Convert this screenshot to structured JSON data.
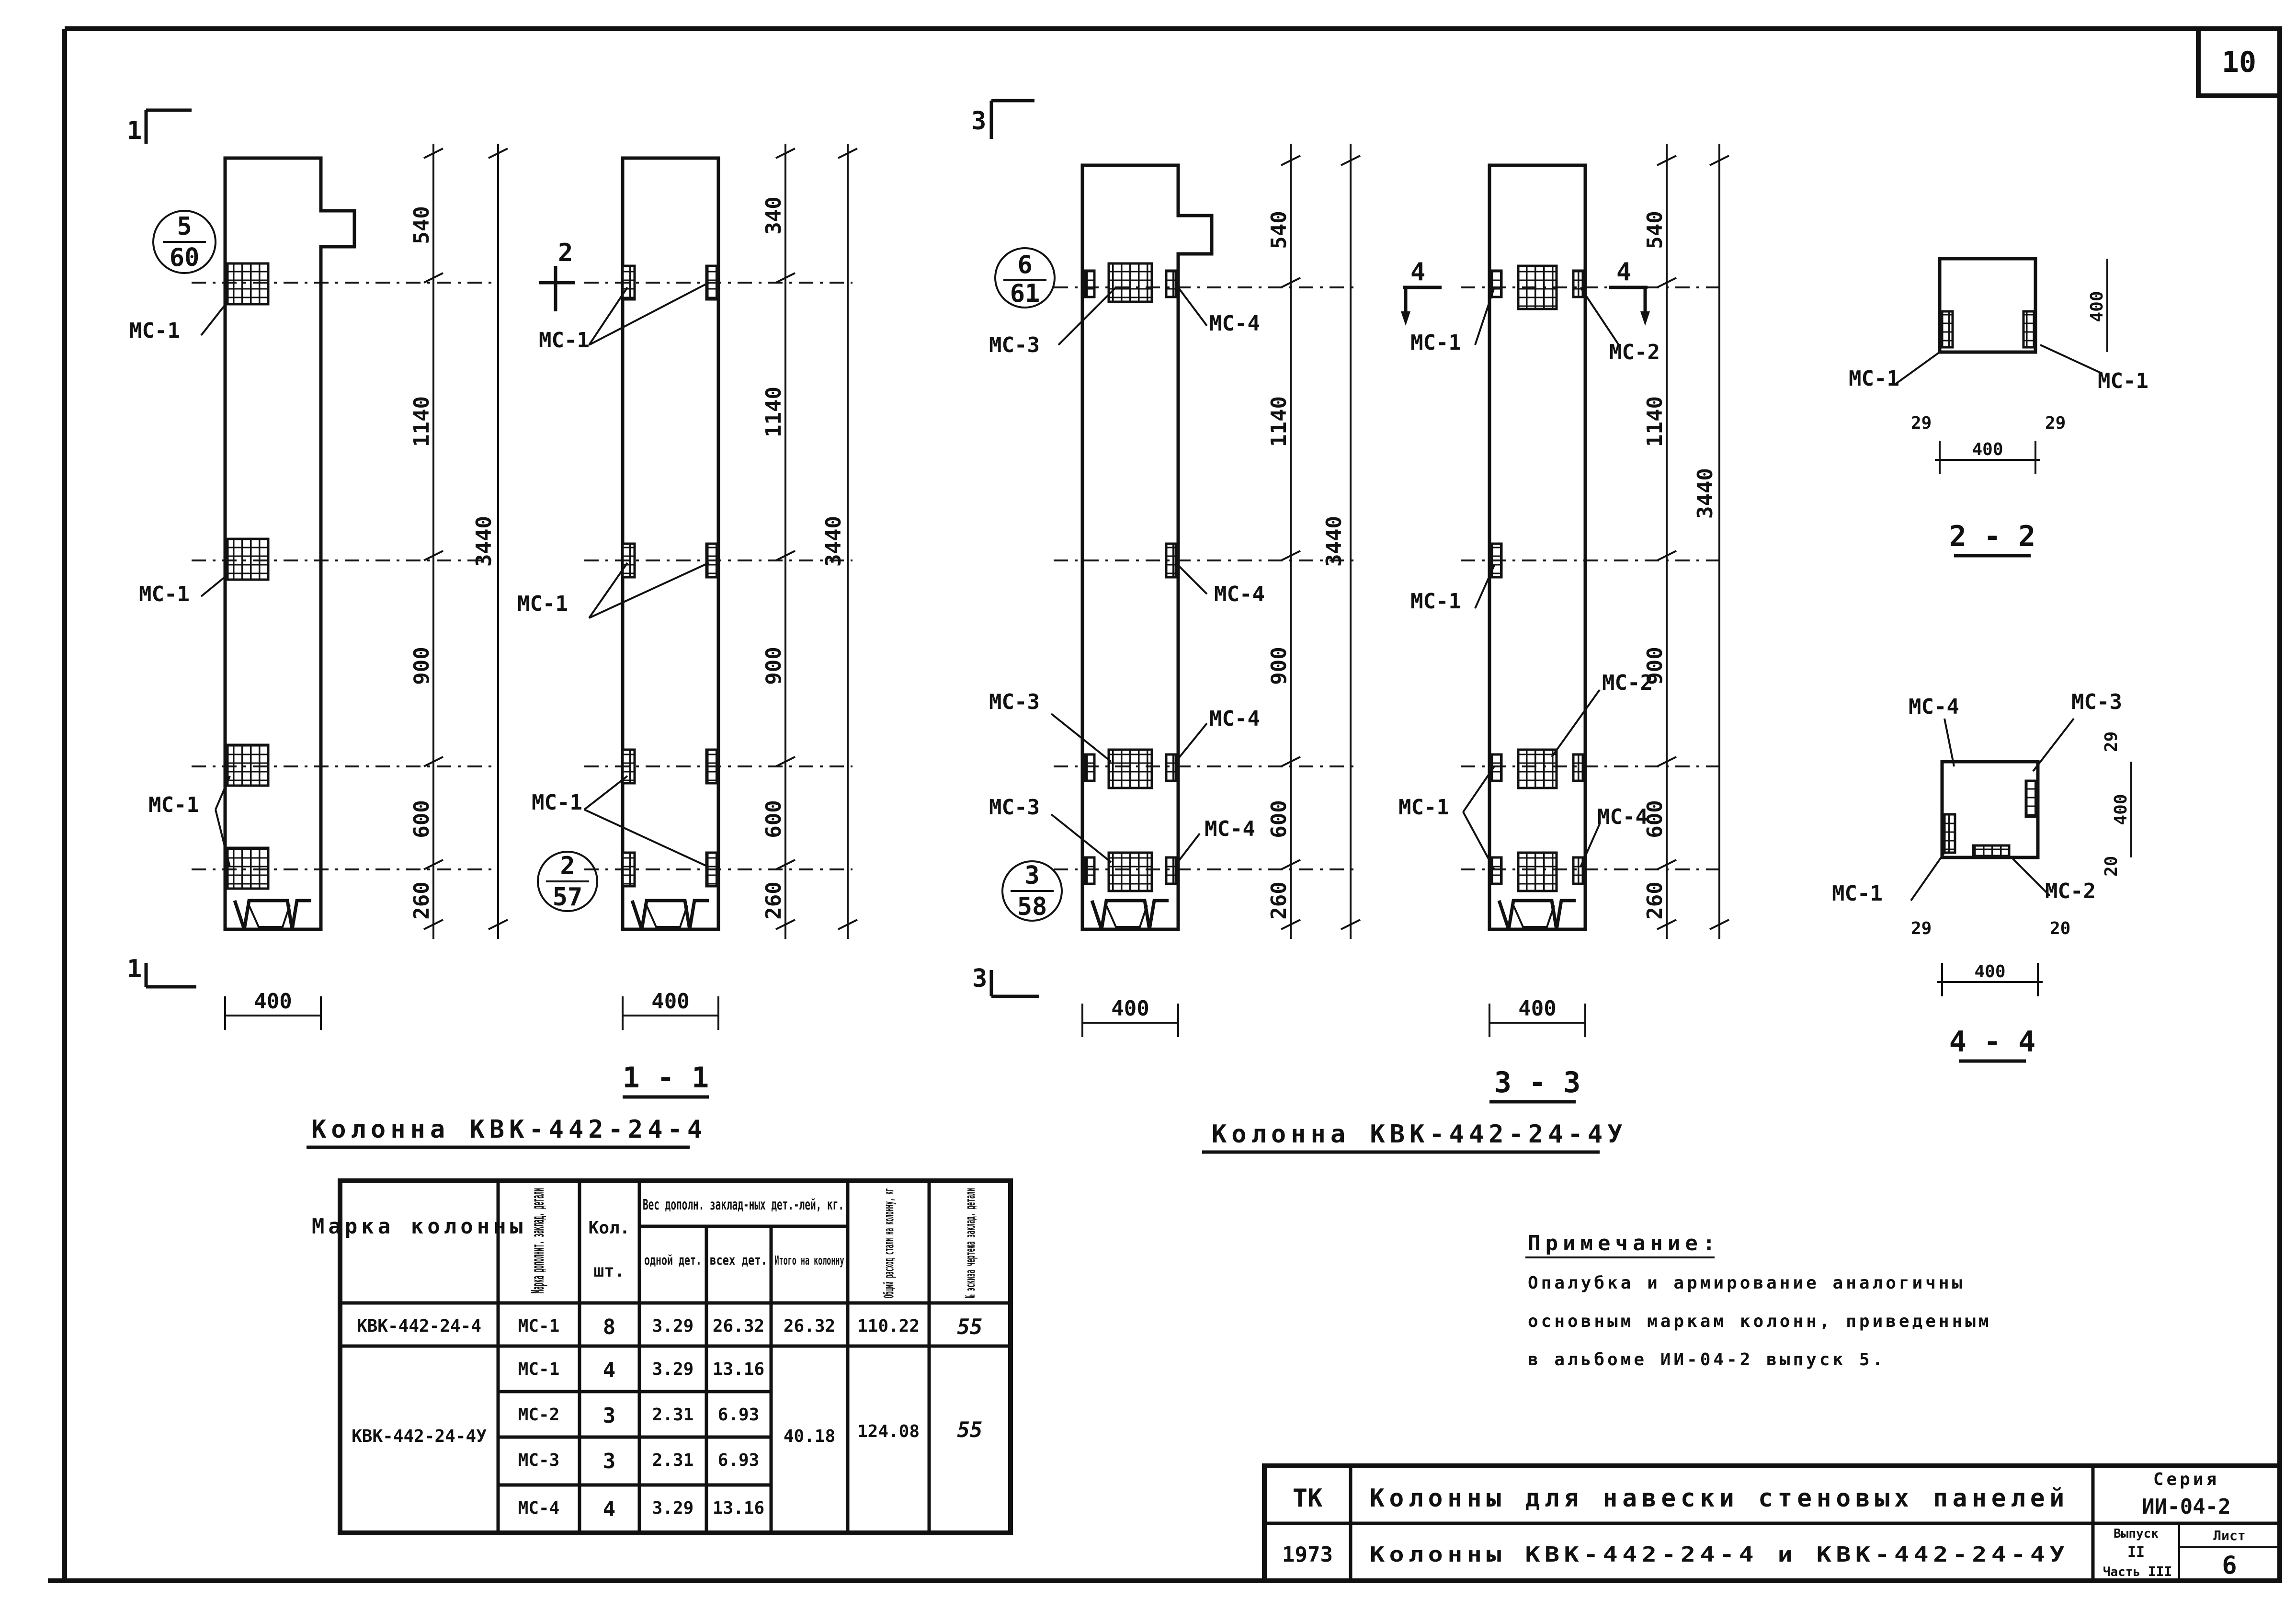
{
  "sheet": {
    "number": "10",
    "block": "ТК",
    "year": "1973",
    "title_line1": "Колонны для навески стеновых панелей",
    "title_line2": "Колонны КВК-442-24-4 и КВК-442-24-4У",
    "series_label": "Серия",
    "series_value": "ИИ-04-2",
    "issue_label": "Выпуск",
    "issue_value": "II",
    "part_label": "Часть",
    "part_value": "III",
    "list_label": "Лист",
    "list_value": "6"
  },
  "column_a": {
    "title": "Колонна КВК-442-24-4",
    "section_label": "1 - 1",
    "section_mark": "1",
    "width_label": "400",
    "callout_top": "5",
    "callout_bottom": "60",
    "callout2_top": "2",
    "callout2_bottom": "57",
    "section2_mark": "2",
    "dims_left": [
      "540",
      "1140",
      "900",
      "600",
      "260"
    ],
    "dims_right": [
      "340",
      "1140",
      "900",
      "600",
      "260"
    ],
    "total": "3440",
    "labels": {
      "mc1_a": "МС-1",
      "mc1_b": "МС-1",
      "mc1_c": "МС-1",
      "mc1_d": "МС-1",
      "mc1_e": "МС-1",
      "mc1_f": "МС-1"
    }
  },
  "column_b": {
    "title": "Колонна КВК-442-24-4У",
    "section_label": "3 - 3",
    "section_mark": "3",
    "width_label": "400",
    "callout_top": "6",
    "callout_bottom": "61",
    "callout2_top": "3",
    "callout2_bottom": "58",
    "section4_mark": "4",
    "dims_left": [
      "540",
      "1140",
      "900",
      "600",
      "260"
    ],
    "dims_right": [
      "540",
      "1140",
      "900",
      "600",
      "260"
    ],
    "total": "3440",
    "labels": {
      "mc3_a": "МС-3",
      "mc4_a": "МС-4",
      "mc4_b": "МС-4",
      "mc3_b": "МС-3",
      "mc4_c": "МС-4",
      "mc3_c": "МС-3",
      "mc4_d": "МС-4",
      "mc1_a": "МС-1",
      "mc2_a": "МС-2",
      "mc1_b": "МС-1",
      "mc2_b": "МС-2",
      "mc1_c": "МС-1",
      "mc4_e": "МС-4"
    }
  },
  "section_2_2": {
    "label": "2 - 2",
    "mc_left": "МС-1",
    "mc_right": "МС-1",
    "dim_h": "400",
    "dim_w": "400",
    "edge_left": "29",
    "edge_right": "29"
  },
  "section_4_4": {
    "label": "4 - 4",
    "mc_top_left": "МС-4",
    "mc_top_right": "МС-3",
    "mc_bottom_left": "МС-1",
    "mc_bottom_right": "МС-2",
    "dim_h": "400",
    "dim_w": "400",
    "edge_top": "29",
    "edge_side": "20",
    "edge_left": "29",
    "edge_right": "20"
  },
  "table": {
    "col_headers": {
      "mark": "Марка колонны",
      "extra": "Марка дополнит. заклад. детали",
      "qty_top": "Кол.",
      "qty_bottom": "шт.",
      "weight_group": "Вес дополн. заклад-ных дет.-лей, кг.",
      "one": "одной дет.",
      "all": "всех дет.",
      "total": "Итого на колонну",
      "steel": "Общий расход стали на колонну, кг",
      "drawing": "№ эскиза чертежа заклад. детали"
    },
    "rows": [
      {
        "mark": "КВК-442-24-4",
        "extra": "МС-1",
        "qty": "8",
        "one": "3.29",
        "all": "26.32",
        "total": "26.32",
        "steel": "110.22",
        "drawing": "55"
      },
      {
        "mark": "КВК-442-24-4У",
        "extra": "МС-1",
        "qty": "4",
        "one": "3.29",
        "all": "13.16",
        "total": "40.18",
        "steel": "124.08",
        "drawing": "55"
      },
      {
        "mark": "",
        "extra": "МС-2",
        "qty": "3",
        "one": "2.31",
        "all": "6.93"
      },
      {
        "mark": "",
        "extra": "МС-3",
        "qty": "3",
        "one": "2.31",
        "all": "6.93"
      },
      {
        "mark": "",
        "extra": "МС-4",
        "qty": "4",
        "one": "3.29",
        "all": "13.16"
      }
    ]
  },
  "note": {
    "title": "Примечание:",
    "line1": "Опалубка и армирование аналогичны",
    "line2": "основным маркам колонн, приведенным",
    "line3": "в альбоме ИИ-04-2 выпуск 5."
  }
}
